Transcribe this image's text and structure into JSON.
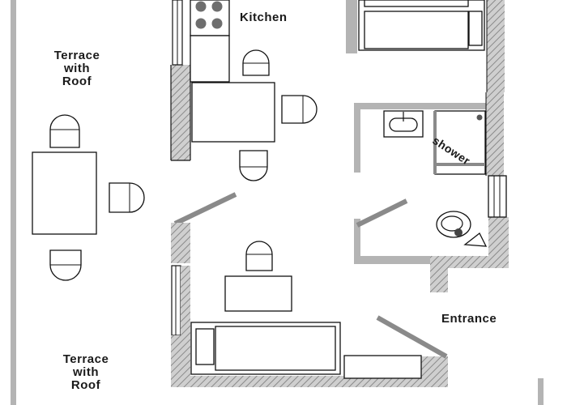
{
  "labels": {
    "terrace_top": [
      "Terrace",
      "with",
      "Roof"
    ],
    "terrace_bottom": [
      "Terrace",
      "with",
      "Roof"
    ],
    "kitchen": "Kitchen",
    "shower": "shower",
    "entrance": "Entrance"
  },
  "colors": {
    "wall_fill": "#b4b4b4",
    "hatch": "#8a8a8a",
    "line": "#111111",
    "background": "#ffffff",
    "burner": "#6e6e6e"
  }
}
